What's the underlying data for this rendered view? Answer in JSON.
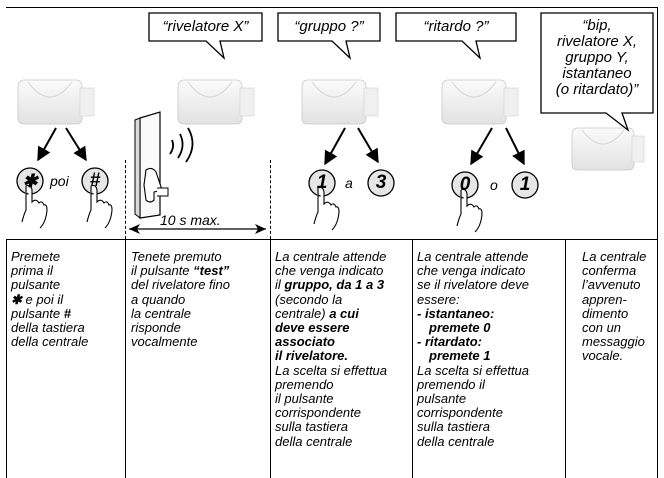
{
  "bubbles": {
    "b1": "“rivelatore X”",
    "b2": "“gruppo ?”",
    "b3": "“ritardo ?”",
    "b4_l1": "“bip,",
    "b4_l2": "rivelatore X,",
    "b4_l3": "gruppo Y,",
    "b4_l4": "istantaneo",
    "b4_l5": "(o ritardato)”"
  },
  "keys": {
    "star": "✱",
    "hash": "#",
    "one_a": "1",
    "three": "3",
    "zero": "0",
    "one_b": "1",
    "poi": "poi",
    "a": "a",
    "o": "o"
  },
  "measure": "10 s max.",
  "columns": {
    "c1": {
      "l1": "Premete",
      "l2": "prima il",
      "l3": "pulsante",
      "l4_sym": "✱",
      "l4_txt": " e poi il",
      "l5_txt": "pulsante ",
      "l5_sym": "#",
      "l6": "della tastiera",
      "l7": "della centrale"
    },
    "c2": {
      "l1": "Tenete premuto",
      "l2_a": "il pulsante ",
      "l2_b": "“test”",
      "l3": "del rivelatore fino",
      "l4": "a quando",
      "l5": "la centrale",
      "l6": "risponde",
      "l7": "vocalmente"
    },
    "c3": {
      "l1": "La centrale attende",
      "l2": "che venga indicato",
      "l3_a": "il ",
      "l3_b": "gruppo, da 1 a 3",
      "l4": "(secondo la",
      "l5_a": "centrale) ",
      "l5_b": "a cui",
      "l6": "deve essere",
      "l7": "associato",
      "l8": "il rivelatore.",
      "l9": "La scelta si effettua",
      "l10": "premendo",
      "l11": "il pulsante",
      "l12": "corrispondente",
      "l13": "sulla tastiera",
      "l14": "della centrale"
    },
    "c4": {
      "l1": "La centrale attende",
      "l2": "che venga indicato",
      "l3": "se il rivelatore deve",
      "l4": "essere:",
      "l5": "- istantaneo:",
      "l6": "premete 0",
      "l7": "- ritardato:",
      "l8": "premete 1",
      "l9": "La scelta si effettua",
      "l10": "premendo il",
      "l11": "pulsante",
      "l12": "corrispondente",
      "l13": "sulla tastiera",
      "l14": "della centrale"
    },
    "c5": {
      "l1": "La centrale",
      "l2": "conferma",
      "l3": "l’avvenuto",
      "l4": "appren-",
      "l5": "dimento",
      "l6": "con un",
      "l7": "messaggio",
      "l8": "vocale."
    }
  }
}
